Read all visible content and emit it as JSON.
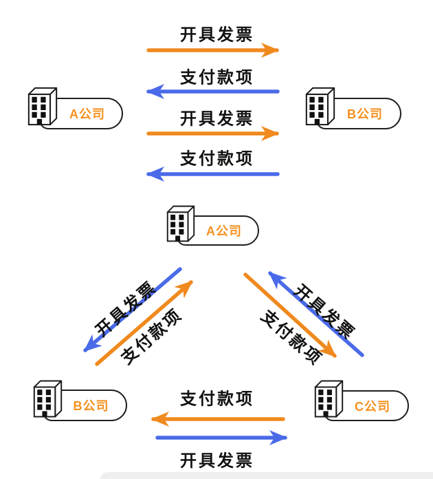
{
  "palette": {
    "arrow_orange": "#F0891E",
    "arrow_blue": "#4A6AE8",
    "company_label_orange": "#F5901E",
    "flow_text_black": "#111111",
    "node_outline": "#1F1F1F",
    "background": "#FFFFFF",
    "bottom_strip_grey": "#EFEFEF"
  },
  "nodes": {
    "top_a": {
      "label": "A公司"
    },
    "top_b": {
      "label": "B公司"
    },
    "bottom_a": {
      "label": "A公司"
    },
    "bottom_b": {
      "label": "B公司"
    },
    "bottom_c": {
      "label": "C公司"
    }
  },
  "top_section": {
    "flows": [
      {
        "label": "开具发票",
        "color": "orange",
        "direction": "A→B"
      },
      {
        "label": "支付款项",
        "color": "blue",
        "direction": "B→A"
      },
      {
        "label": "开具发票",
        "color": "orange",
        "direction": "A→B"
      },
      {
        "label": "支付款项",
        "color": "blue",
        "direction": "B→A"
      }
    ]
  },
  "triangle_section": {
    "ab_edge": {
      "invoice": {
        "label": "开具发票",
        "color": "blue",
        "direction": "A→B"
      },
      "payment": {
        "label": "支付款项",
        "color": "orange",
        "direction": "B→A"
      }
    },
    "ca_edge": {
      "invoice": {
        "label": "开具发票",
        "color": "blue",
        "direction": "C→A"
      },
      "payment": {
        "label": "支付款项",
        "color": "orange",
        "direction": "A→C"
      }
    },
    "cb_edge": {
      "payment": {
        "label": "支付款项",
        "color": "orange",
        "direction": "C→B"
      },
      "invoice": {
        "label": "开具发票",
        "color": "blue",
        "direction": "B→C"
      }
    }
  }
}
